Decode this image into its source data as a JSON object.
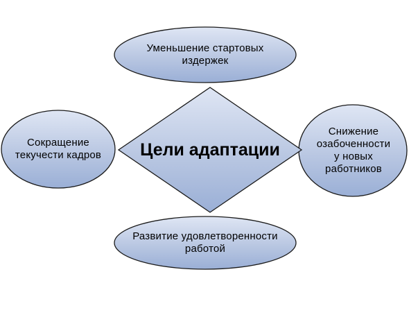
{
  "center": {
    "title": "Цели адаптации"
  },
  "goals": {
    "top": "Уменьшение стартовых\nиздержек",
    "left": "Сокращение\nтекучести кадров",
    "right": "Снижение\nозабоченности\nу новых\nработников",
    "bottom": "Развитие удовлетворенности\nработой"
  },
  "colors": {
    "fill_light": "#dfe6f4",
    "fill_mid": "#b9c7e2",
    "fill_dark": "#9aafd6",
    "stroke": "#1a1a1a"
  }
}
